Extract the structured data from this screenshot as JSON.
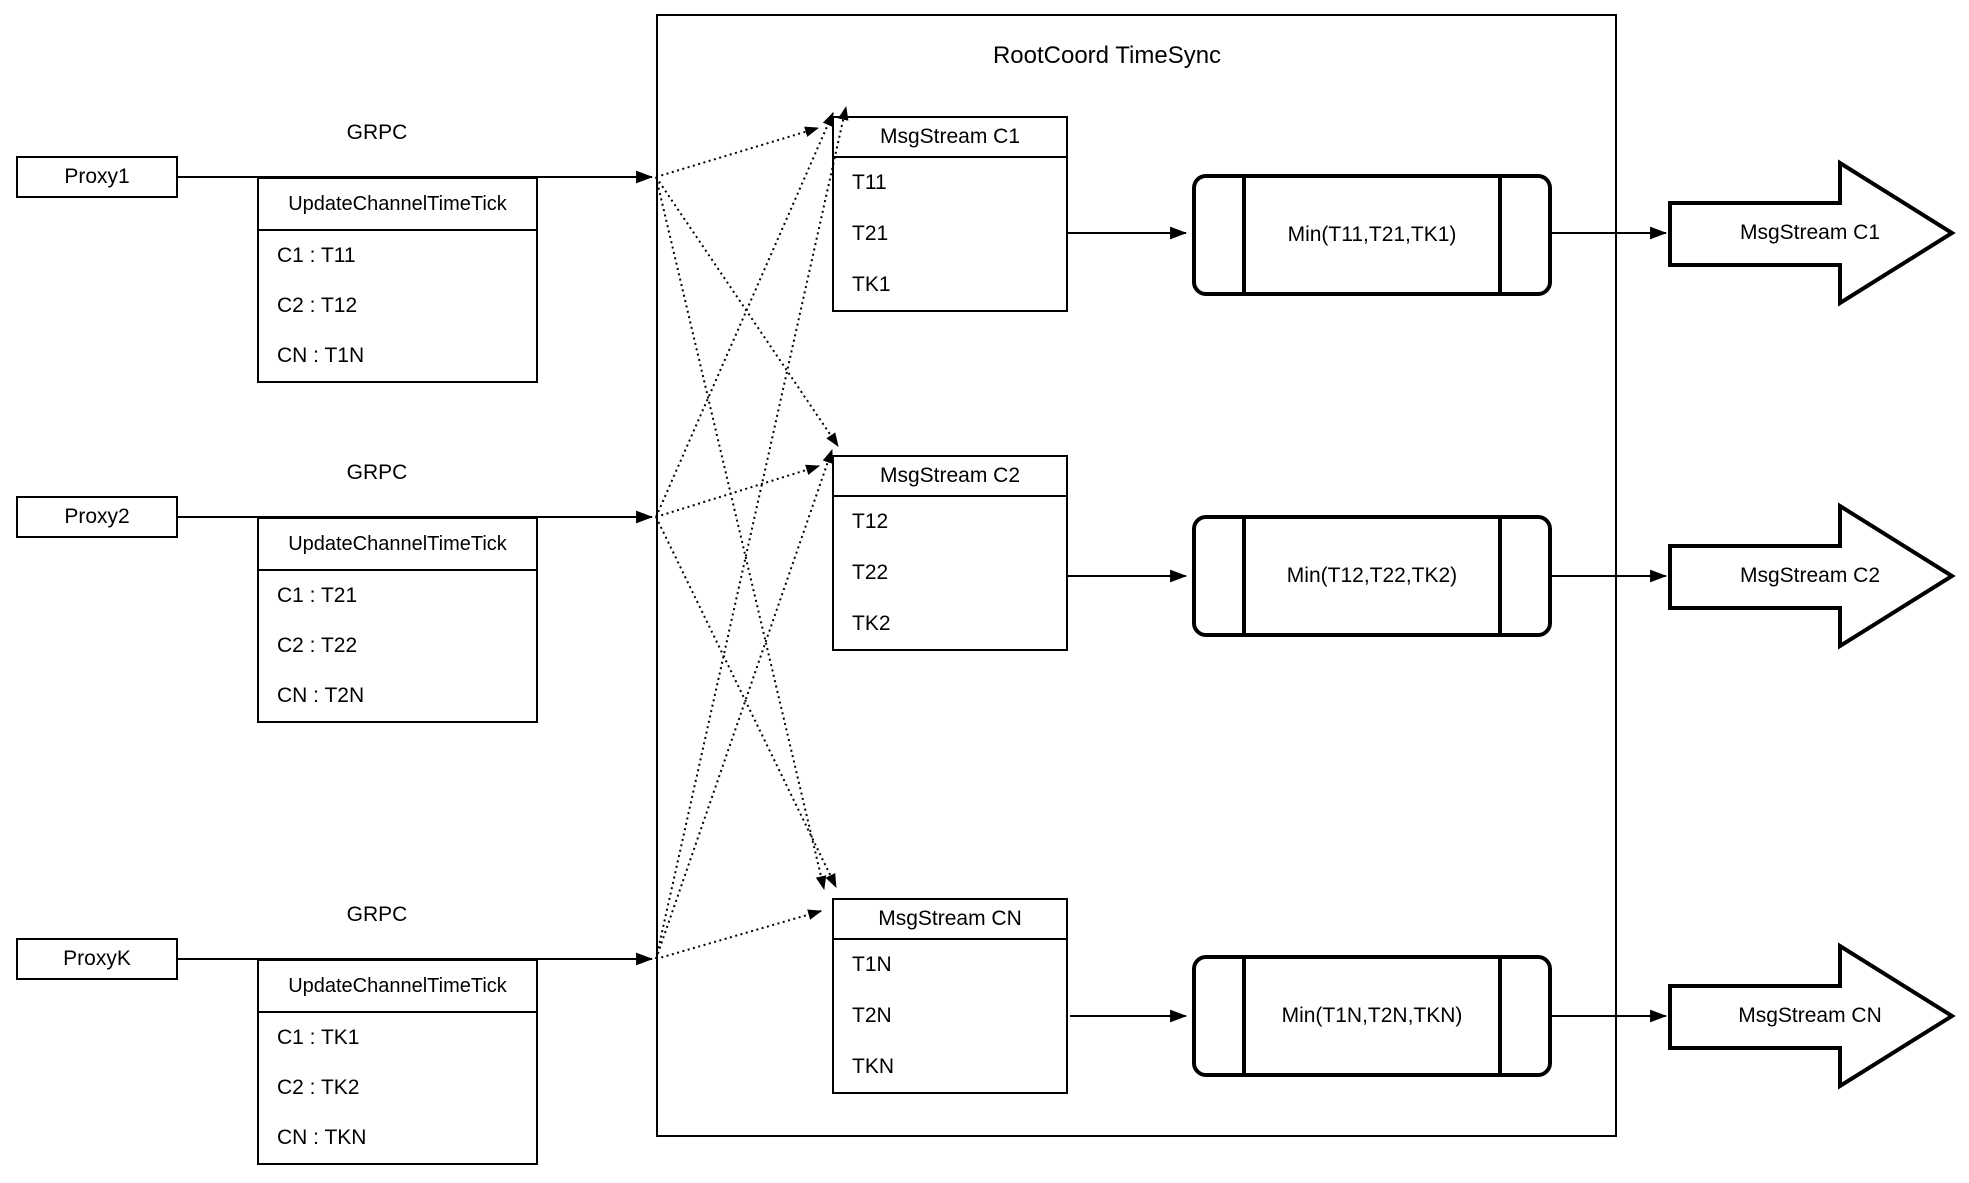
{
  "title": "RootCoord TimeSync",
  "colors": {
    "stroke": "#000000",
    "background": "#ffffff"
  },
  "rows": [
    {
      "proxy_label": "Proxy1",
      "grpc_label": "GRPC",
      "update_table": {
        "header": "UpdateChannelTimeTick",
        "rows": [
          "C1 :  T11",
          "C2 :  T12",
          "CN : T1N"
        ]
      },
      "msgstream_table": {
        "header": "MsgStream C1",
        "rows": [
          "T11",
          "T21",
          "TK1"
        ]
      },
      "min_label": "Min(T11,T21,TK1)",
      "output_label": "MsgStream C1"
    },
    {
      "proxy_label": "Proxy2",
      "grpc_label": "GRPC",
      "update_table": {
        "header": "UpdateChannelTimeTick",
        "rows": [
          "C1 :  T21",
          "C2 :  T22",
          "CN : T2N"
        ]
      },
      "msgstream_table": {
        "header": "MsgStream C2",
        "rows": [
          "T12",
          "T22",
          "TK2"
        ]
      },
      "min_label": "Min(T12,T22,TK2)",
      "output_label": "MsgStream C2"
    },
    {
      "proxy_label": "ProxyK",
      "grpc_label": "GRPC",
      "update_table": {
        "header": "UpdateChannelTimeTick",
        "rows": [
          "C1 :  TK1",
          "C2 :  TK2",
          "CN : TKN"
        ]
      },
      "msgstream_table": {
        "header": "MsgStream CN",
        "rows": [
          "T1N",
          "T2N",
          "TKN"
        ]
      },
      "min_label": "Min(T1N,T2N,TKN)",
      "output_label": "MsgStream CN"
    }
  ]
}
